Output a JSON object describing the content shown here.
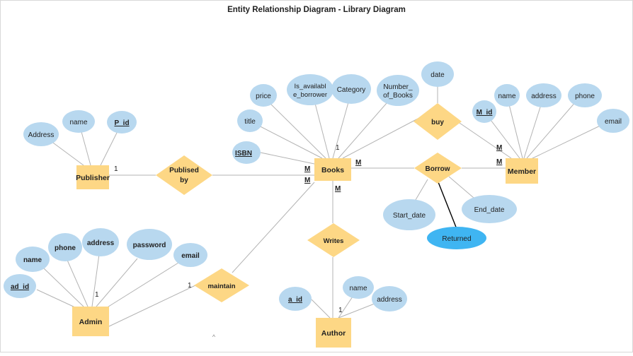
{
  "title": "Entity Relationship Diagram - Library Diagram",
  "colors": {
    "entity_fill": "#fdd785",
    "relationship_fill": "#fdd785",
    "attribute_fill": "#b8d8ef",
    "highlight_fill": "#3fb5f2",
    "line": "#b3b3b3",
    "highlight_line": "#000000",
    "text": "#222222"
  },
  "entities": {
    "publisher": "Publisher",
    "books": "Books",
    "member": "Member",
    "admin": "Admin",
    "author": "Author"
  },
  "relationships": {
    "published_by": [
      "Publised",
      "by"
    ],
    "buy": "buy",
    "borrow": "Borrow",
    "writes": "Writes",
    "maintain": "maintain"
  },
  "attributes": {
    "publisher": {
      "address": "Address",
      "name": "name",
      "id": "P_id"
    },
    "books": {
      "title": "title",
      "price": "price",
      "is_available": [
        "Is_availabl",
        "e_borrower"
      ],
      "category": "Category",
      "number_of_books": [
        "Number_",
        "of_Books"
      ],
      "isbn": "ISBN"
    },
    "buy": {
      "date": "date"
    },
    "member": {
      "id": "M_id",
      "name": "name",
      "address": "address",
      "phone": "phone",
      "email": "email"
    },
    "borrow": {
      "start_date": "Start_date",
      "end_date": "End_date",
      "returned": "Returned"
    },
    "admin": {
      "name": "name",
      "phone": "phone",
      "address": "address",
      "password": "password",
      "email": "email",
      "id": "ad_id"
    },
    "author": {
      "id": "a_id",
      "name": "name",
      "address": "address"
    }
  },
  "cardinalities": {
    "publisher_published": "1",
    "books_published_1": "M",
    "books_published_2": "M",
    "books_buy": "1",
    "books_borrow": "M",
    "member_buy": "M",
    "member_borrow": "M",
    "books_writes": "M",
    "author_writes": "1",
    "admin_maintain": "1",
    "maintain_admin": "1"
  },
  "stray_mark": "^"
}
